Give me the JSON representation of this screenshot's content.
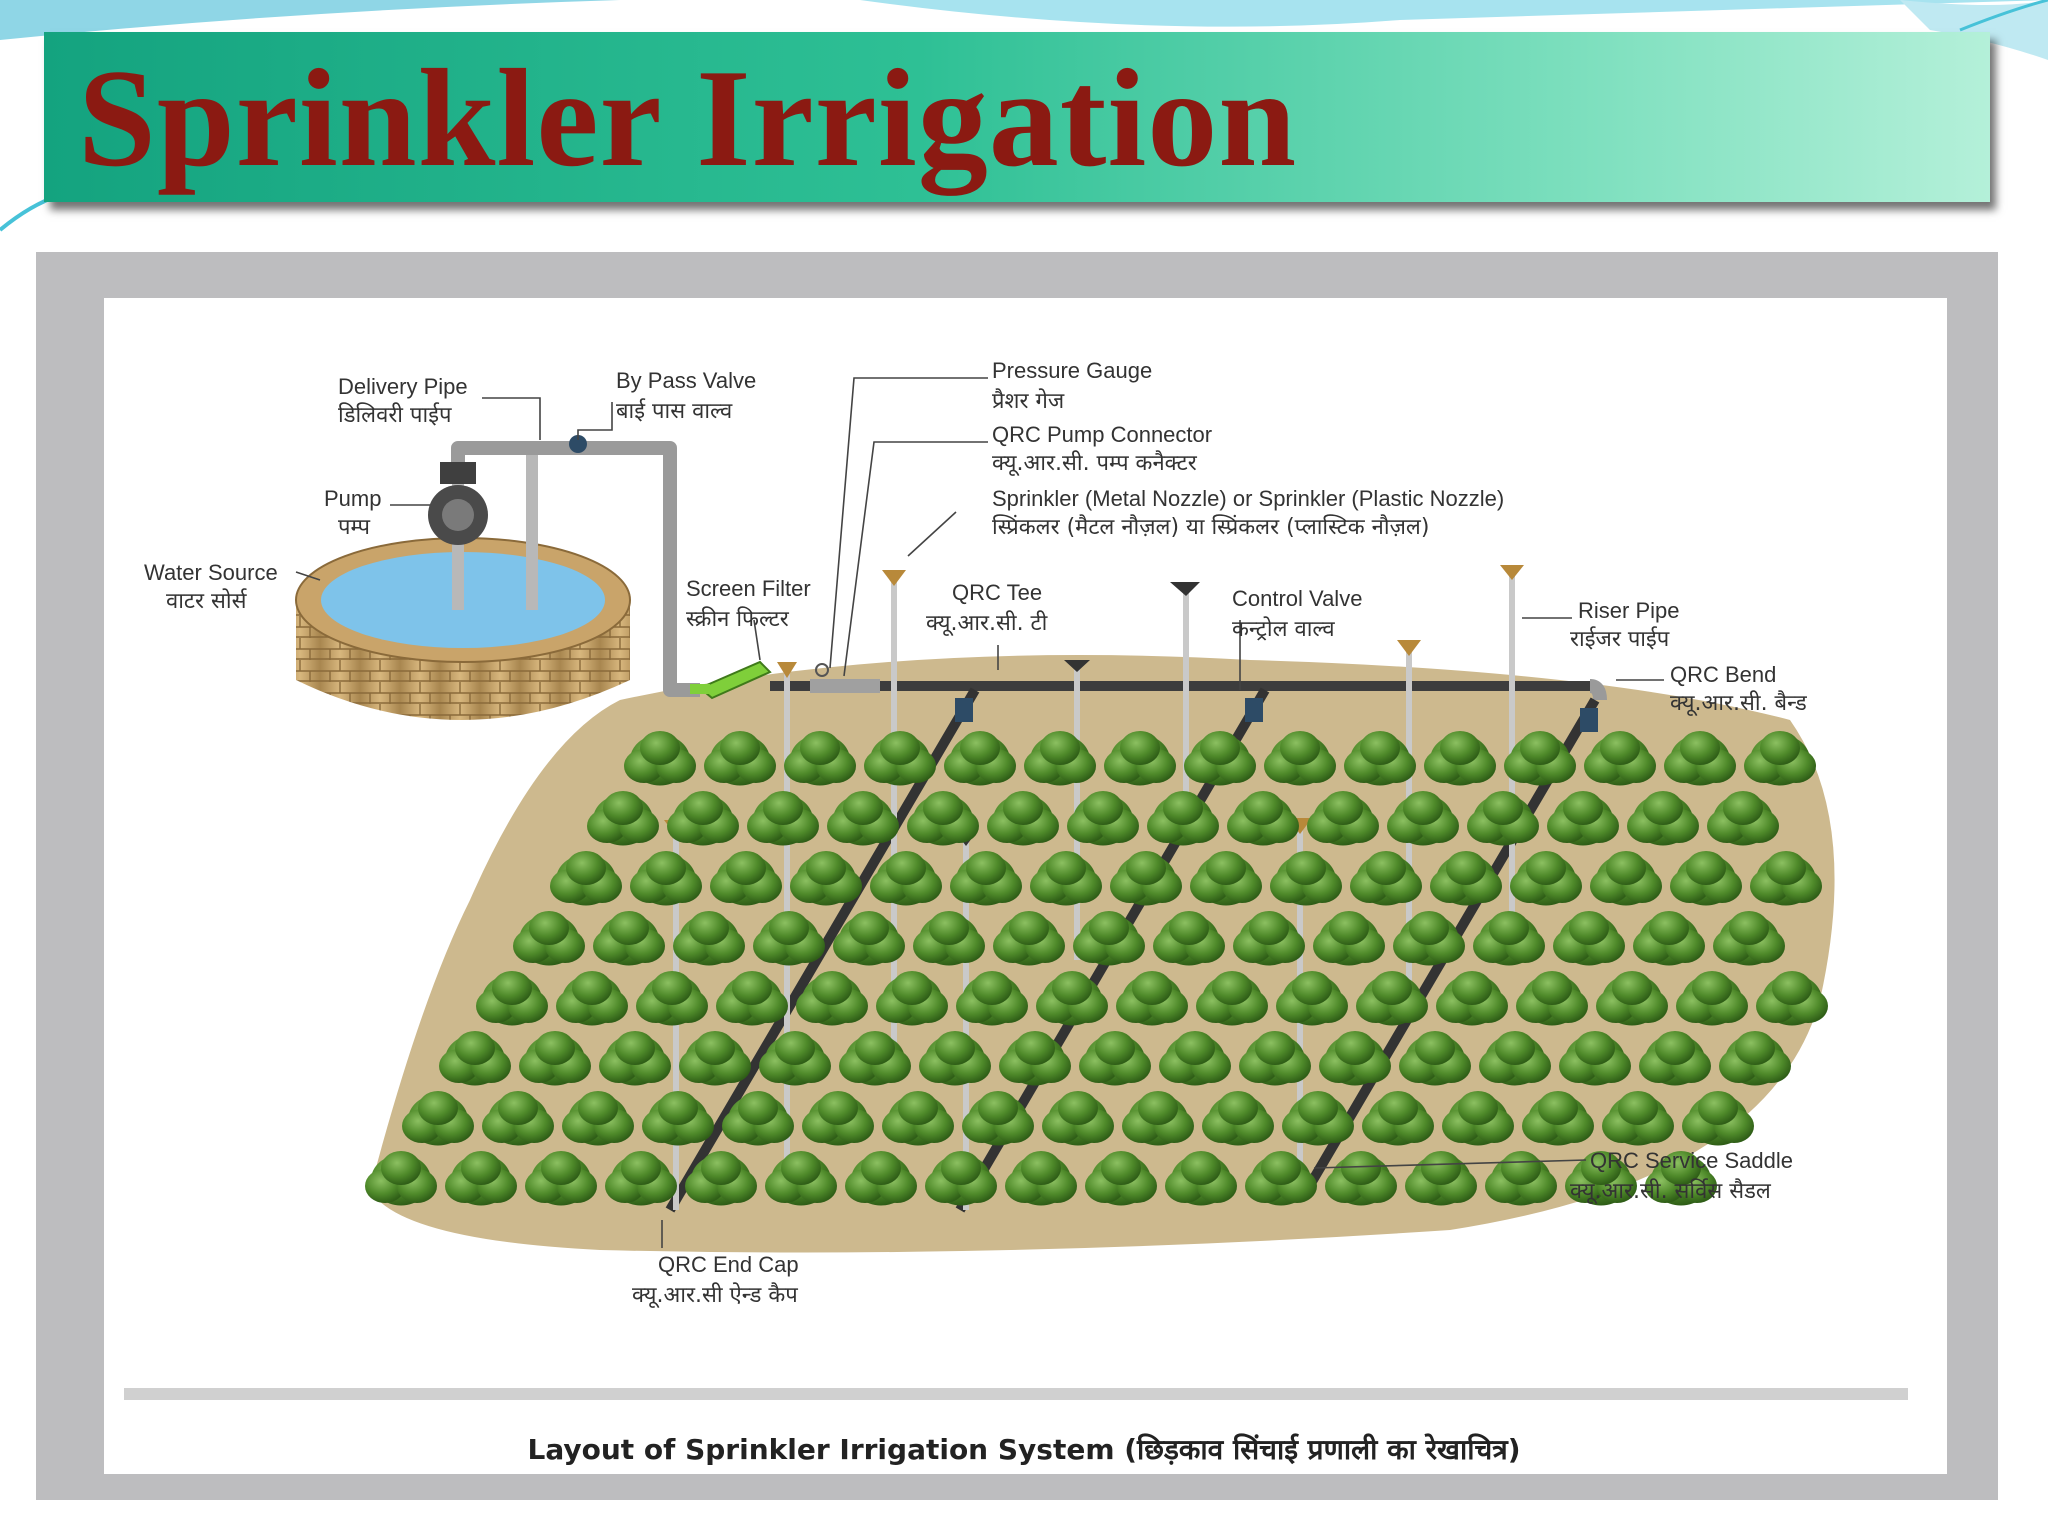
{
  "title": "Sprinkler Irrigation",
  "caption": "Layout of Sprinkler Irrigation System (छिड़काव सिंचाई प्रणाली का रेखाचित्र)",
  "labels": {
    "delivery_pipe": {
      "en": "Delivery Pipe",
      "hi": "डिलिवरी पाईप"
    },
    "bypass_valve": {
      "en": "By Pass Valve",
      "hi": "बाई पास वाल्व"
    },
    "pump": {
      "en": "Pump",
      "hi": "पम्प"
    },
    "water_source": {
      "en": "Water Source",
      "hi": "वाटर सोर्स"
    },
    "pressure_gauge": {
      "en": "Pressure Gauge",
      "hi": "प्रैशर गेज"
    },
    "qrc_pump_connector": {
      "en": "QRC Pump Connector",
      "hi": "क्यू.आर.सी. पम्प कनैक्टर"
    },
    "sprinkler": {
      "en": "Sprinkler (Metal Nozzle) or Sprinkler (Plastic Nozzle)",
      "hi": "स्प्रिंकलर (मैटल नौज़ल) या स्प्रिंकलर (प्लास्टिक नौज़ल)"
    },
    "screen_filter": {
      "en": "Screen Filter",
      "hi": "स्क्रीन फिल्टर"
    },
    "qrc_tee": {
      "en": "QRC Tee",
      "hi": "क्यू.आर.सी. टी"
    },
    "control_valve": {
      "en": "Control Valve",
      "hi": "कन्ट्रोल वाल्व"
    },
    "riser_pipe": {
      "en": "Riser Pipe",
      "hi": "राईजर पाईप"
    },
    "qrc_bend": {
      "en": "QRC Bend",
      "hi": "क्यू.आर.सी. बैन्ड"
    },
    "qrc_service_saddle": {
      "en": "QRC Service Saddle",
      "hi": "क्यू.आर.सी. सर्विस सैडल"
    },
    "qrc_end_cap": {
      "en": "QRC End Cap",
      "hi": "क्यू.आर.सी ऐन्ड कैप"
    }
  },
  "colors": {
    "title_text": "#8b1a12",
    "title_bar": "#2ec095",
    "soil": "#cdb98e",
    "plant": "#4f8a2a",
    "pipe_main": "#555555",
    "pipe_riser": "#c9c9c9",
    "well_brick": "#c9a46a",
    "water": "#7ec3ea"
  }
}
